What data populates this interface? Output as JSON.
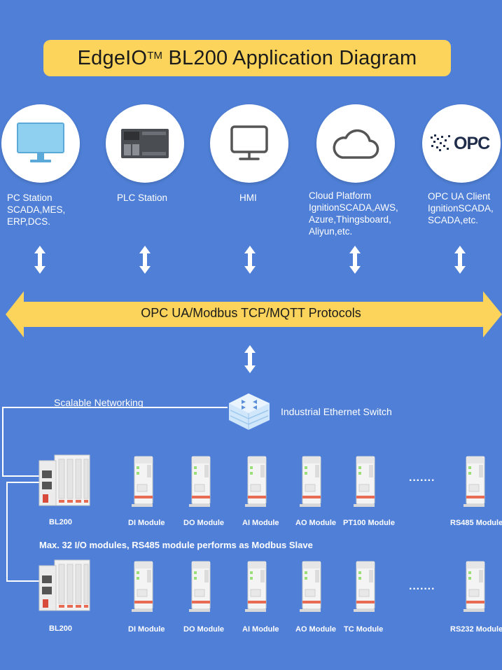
{
  "title": {
    "brand": "EdgeIO",
    "trademark": "TM",
    "rest": "BL200 Application Diagram"
  },
  "sources": [
    {
      "icon": "monitor-icon",
      "label": "PC Station\nSCADA,MES,\nERP,DCS."
    },
    {
      "icon": "plc-icon",
      "label": "PLC Station"
    },
    {
      "icon": "hmi-icon",
      "label": "HMI"
    },
    {
      "icon": "cloud-icon",
      "label": "Cloud Platform\nIgnitionSCADA,AWS,\nAzure,Thingsboard,\nAliyun,etc."
    },
    {
      "icon": "opc-logo",
      "logo_text": "OPC",
      "label": "OPC UA Client\nIgnitionSCADA,\nSCADA,etc."
    }
  ],
  "protocol_banner": "OPC UA/Modbus TCP/MQTT Protocols",
  "network": {
    "scalable_label": "Scalable Networking",
    "switch_label": "Industrial Ethernet Switch"
  },
  "row1": {
    "coupler_label": "BL200",
    "modules": [
      "DI Module",
      "DO Module",
      "AI Module",
      "AO Module",
      "PT100 Module"
    ],
    "ellipsis": "·······",
    "last_module": "RS485 Module"
  },
  "note": "Max. 32 I/O modules, RS485 module performs as Modbus Slave",
  "row2": {
    "coupler_label": "BL200",
    "modules": [
      "DI Module",
      "DO Module",
      "AI Module",
      "AO Module",
      "TC Module"
    ],
    "ellipsis": "·······",
    "last_module": "RS232 Module"
  },
  "colors": {
    "background": "#4f7fd6",
    "accent_yellow": "#fcd45c",
    "title_text": "#1a1a1a"
  }
}
